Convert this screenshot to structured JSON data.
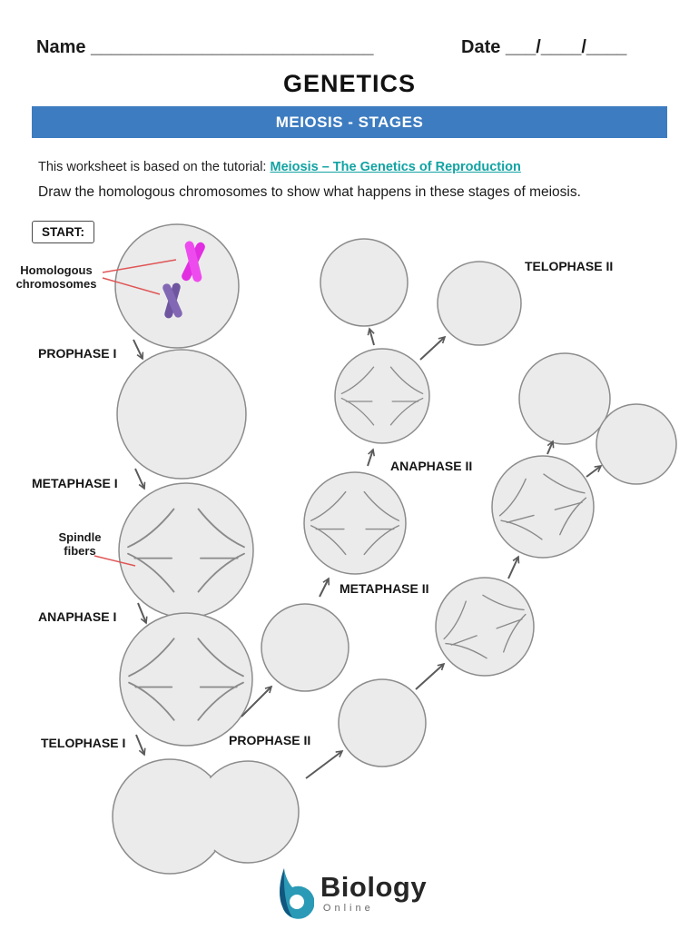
{
  "page": {
    "name_line": "Name ____________________________",
    "date_line": "Date ___/____/____",
    "title": "GENETICS",
    "banner": "MEIOSIS - STAGES",
    "tutorial_prefix": "This worksheet is based on the tutorial: ",
    "tutorial_link": "Meiosis – The Genetics of Reproduction",
    "instruction": "Draw the homologous chromosomes to show what happens in these stages of meiosis."
  },
  "diagram": {
    "start_label": "START:",
    "homologous_label": "Homologous chromosomes",
    "spindle_label": "Spindle fibers",
    "stages": {
      "prophase1": "PROPHASE I",
      "metaphase1": "METAPHASE I",
      "anaphase1": "ANAPHASE I",
      "telophase1": "TELOPHASE I",
      "prophase2": "PROPHASE II",
      "metaphase2": "METAPHASE II",
      "anaphase2": "ANAPHASE II",
      "telophase2": "TELOPHASE II"
    }
  },
  "footer": {
    "brand": "Biology",
    "brand_sub": "Online"
  },
  "colors": {
    "banner_blue": "#3d7cc0",
    "link_teal": "#12a3a3",
    "cell_fill": "#ebebeb",
    "cell_stroke": "#8c8c8c",
    "chromosome_magenta": "#e12ee1",
    "chromosome_purple": "#7a5fa8",
    "annotation_red": "#e05555",
    "arrow_gray": "#5a5a5a"
  }
}
